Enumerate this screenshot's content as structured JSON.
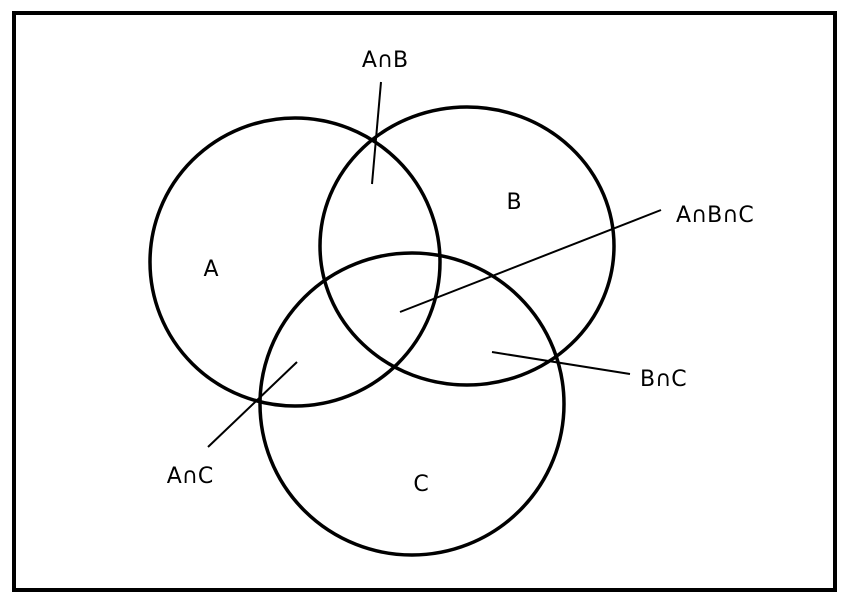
{
  "diagram": {
    "type": "venn",
    "sets": [
      {
        "id": "A",
        "label": "A"
      },
      {
        "id": "B",
        "label": "B"
      },
      {
        "id": "C",
        "label": "C"
      }
    ],
    "intersection_labels": {
      "ab": "A∩B",
      "abc": "A∩B∩C",
      "bc": "B∩C",
      "ac": "A∩C"
    },
    "stroke_color": "#000000",
    "background": "#ffffff"
  }
}
